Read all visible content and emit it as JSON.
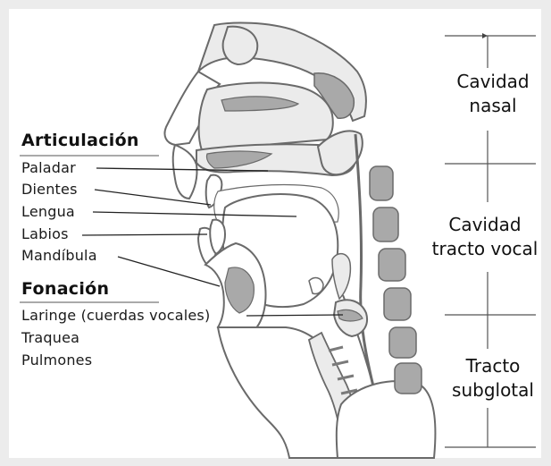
{
  "colors": {
    "background": "#ececec",
    "panel": "#ffffff",
    "outline": "#6a6a6a",
    "fill_light": "#ebebeb",
    "fill_gray": "#a9a9a9",
    "fill_dark": "#7a7a7a",
    "leader": "#222222"
  },
  "sections": {
    "articulation": {
      "heading": "Articulación",
      "items": [
        "Paladar",
        "Dientes",
        "Lengua",
        "Labios",
        "Mandíbula"
      ]
    },
    "phonation": {
      "heading": "Fonación",
      "items": [
        "Laringe (cuerdas vocales)",
        "Traquea",
        "Pulmones"
      ]
    }
  },
  "regions": [
    {
      "line1": "Cavidad",
      "line2": "nasal"
    },
    {
      "line1": "Cavidad",
      "line2": "tracto vocal"
    },
    {
      "line1": "Tracto",
      "line2": "subglotal"
    }
  ]
}
